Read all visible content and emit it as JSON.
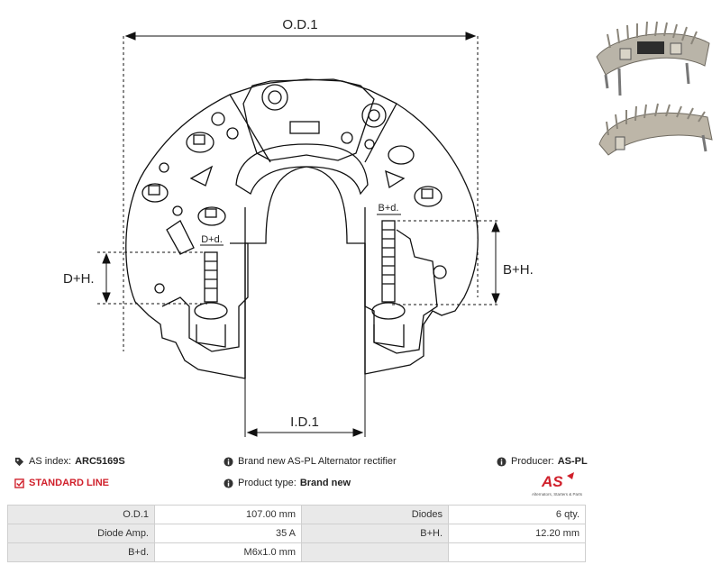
{
  "drawing": {
    "labels": {
      "od": "O.D.1",
      "id": "I.D.1",
      "dh": "D+H.",
      "bh": "B+H.",
      "dd": "D+d.",
      "bd": "B+d."
    }
  },
  "info": {
    "as_index_label": "AS index:",
    "as_index_value": "ARC5169S",
    "line_label": "STANDARD LINE",
    "desc": "Brand new AS-PL Alternator rectifier",
    "product_type_label": "Product type:",
    "product_type_value": "Brand new",
    "producer_label": "Producer:",
    "producer_value": "AS-PL",
    "logo_text": "AS",
    "logo_sub": "Alternators, Starters & Parts"
  },
  "specs": [
    {
      "k1": "O.D.1",
      "v1": "107.00 mm",
      "k2": "Diodes",
      "v2": "6 qty."
    },
    {
      "k1": "Diode Amp.",
      "v1": "35 A",
      "k2": "B+H.",
      "v2": "12.20 mm"
    },
    {
      "k1": "B+d.",
      "v1": "M6x1.0 mm",
      "k2": "",
      "v2": ""
    }
  ],
  "colors": {
    "accent": "#d0202b",
    "table_key_bg": "#e9e9e9",
    "border": "#cfcfcf"
  }
}
